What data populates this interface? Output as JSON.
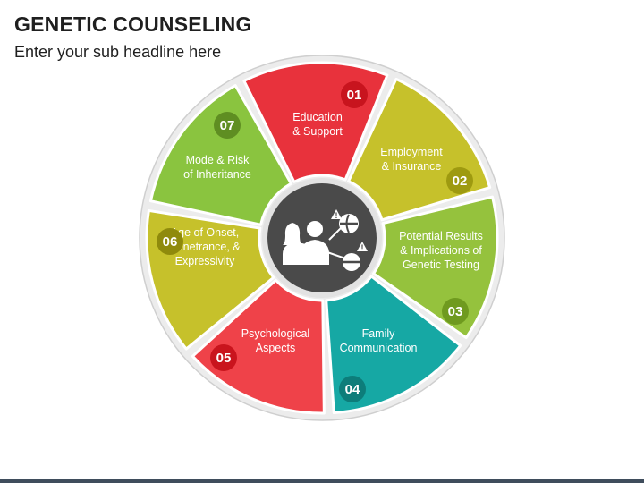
{
  "header": {
    "title": "GENETIC COUNSELING",
    "subtitle": "Enter your sub headline here"
  },
  "segments": [
    {
      "number": "01",
      "lines": [
        "Education",
        "& Support"
      ],
      "color": "#e8323c",
      "badge_color": "#c8141e"
    },
    {
      "number": "02",
      "lines": [
        "Employment",
        "& Insurance"
      ],
      "color": "#c6c12b",
      "badge_color": "#9e9a10"
    },
    {
      "number": "03",
      "lines": [
        "Potential Results",
        "& Implications of",
        "Genetic Testing"
      ],
      "color": "#95c23d",
      "badge_color": "#6f9a1f"
    },
    {
      "number": "04",
      "lines": [
        "Family",
        "Communication"
      ],
      "color": "#16a8a4",
      "badge_color": "#0d7d7a"
    },
    {
      "number": "05",
      "lines": [
        "Psychological",
        "Aspects"
      ],
      "color": "#ef4249",
      "badge_color": "#c9141d"
    },
    {
      "number": "06",
      "lines": [
        "Age of Onset,",
        "Penetrance, &",
        "Expressivity"
      ],
      "color": "#c6c12b",
      "badge_color": "#8f8a0c"
    },
    {
      "number": "07",
      "lines": [
        "Mode & Risk",
        "of Inheritance"
      ],
      "color": "#8ac43f",
      "badge_color": "#5f8e22"
    }
  ],
  "center": {
    "icon": "genetic-counseling-icon",
    "color": "#4a4a4a",
    "ring_color": "#d9d9d9"
  }
}
